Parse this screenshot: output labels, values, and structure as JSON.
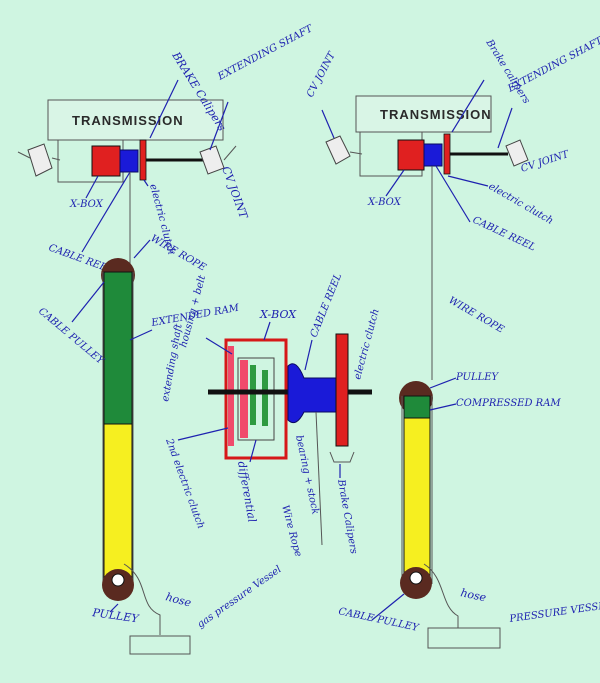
{
  "colors": {
    "background": "#cff5e1",
    "ink_blue": "#1e22b0",
    "cable_reel": "#1a1ad8",
    "clutch_red": "#e02020",
    "ram_green": "#1f8a3a",
    "ram_yellow": "#f6ef20",
    "pulley_brown": "#5a2a20",
    "box_red": "#d61818"
  },
  "left_system": {
    "transmission_label": "TRANSMISSION",
    "brake_calipers": "BRAKE Calipers",
    "extending_shaft": "EXTENDING SHAFT",
    "cv_joint": "CV JOINT",
    "electric_clutch": "electric clutch",
    "x_box": "X-BOX",
    "cable_reel": "CABLE REEL",
    "wire_rope": "WIRE ROPE",
    "cable_pulley": "CABLE PULLEY",
    "extended_ram": "EXTENDED RAM",
    "pulley": "PULLEY",
    "hose": "hose",
    "gas_pressure_vessel": "gas pressure Vessel"
  },
  "right_system": {
    "cv_joint_top": "CV JOINT",
    "transmission_label": "TRANSMISSION",
    "brake_calipers": "Brake calipers",
    "extending_shaft": "EXTENDING SHAFT",
    "cv_joint": "CV JOINT",
    "electric_clutch": "electric clutch",
    "x_box": "X-BOX",
    "cable_reel": "CABLE REEL",
    "wire_rope": "WIRE ROPE",
    "pulley": "PULLEY",
    "compressed_ram": "COMPRESSED RAM",
    "cable_pulley": "CABLE PULLEY",
    "hose": "hose",
    "pressure_vessel": "PRESSURE VESSEL"
  },
  "detail": {
    "x_box": "X-BOX",
    "housing_belt": "housing + belt",
    "cable_reel": "CABLE REEL",
    "electric_clutch": "electric clutch",
    "extending_shaft": "extending shaft",
    "second_clutch": "2nd electric clutch",
    "differential": "differential",
    "bearing_stock": "bearing + stock",
    "wire_rope": "Wire Rope",
    "brake_calipers": "Brake Calipers"
  }
}
